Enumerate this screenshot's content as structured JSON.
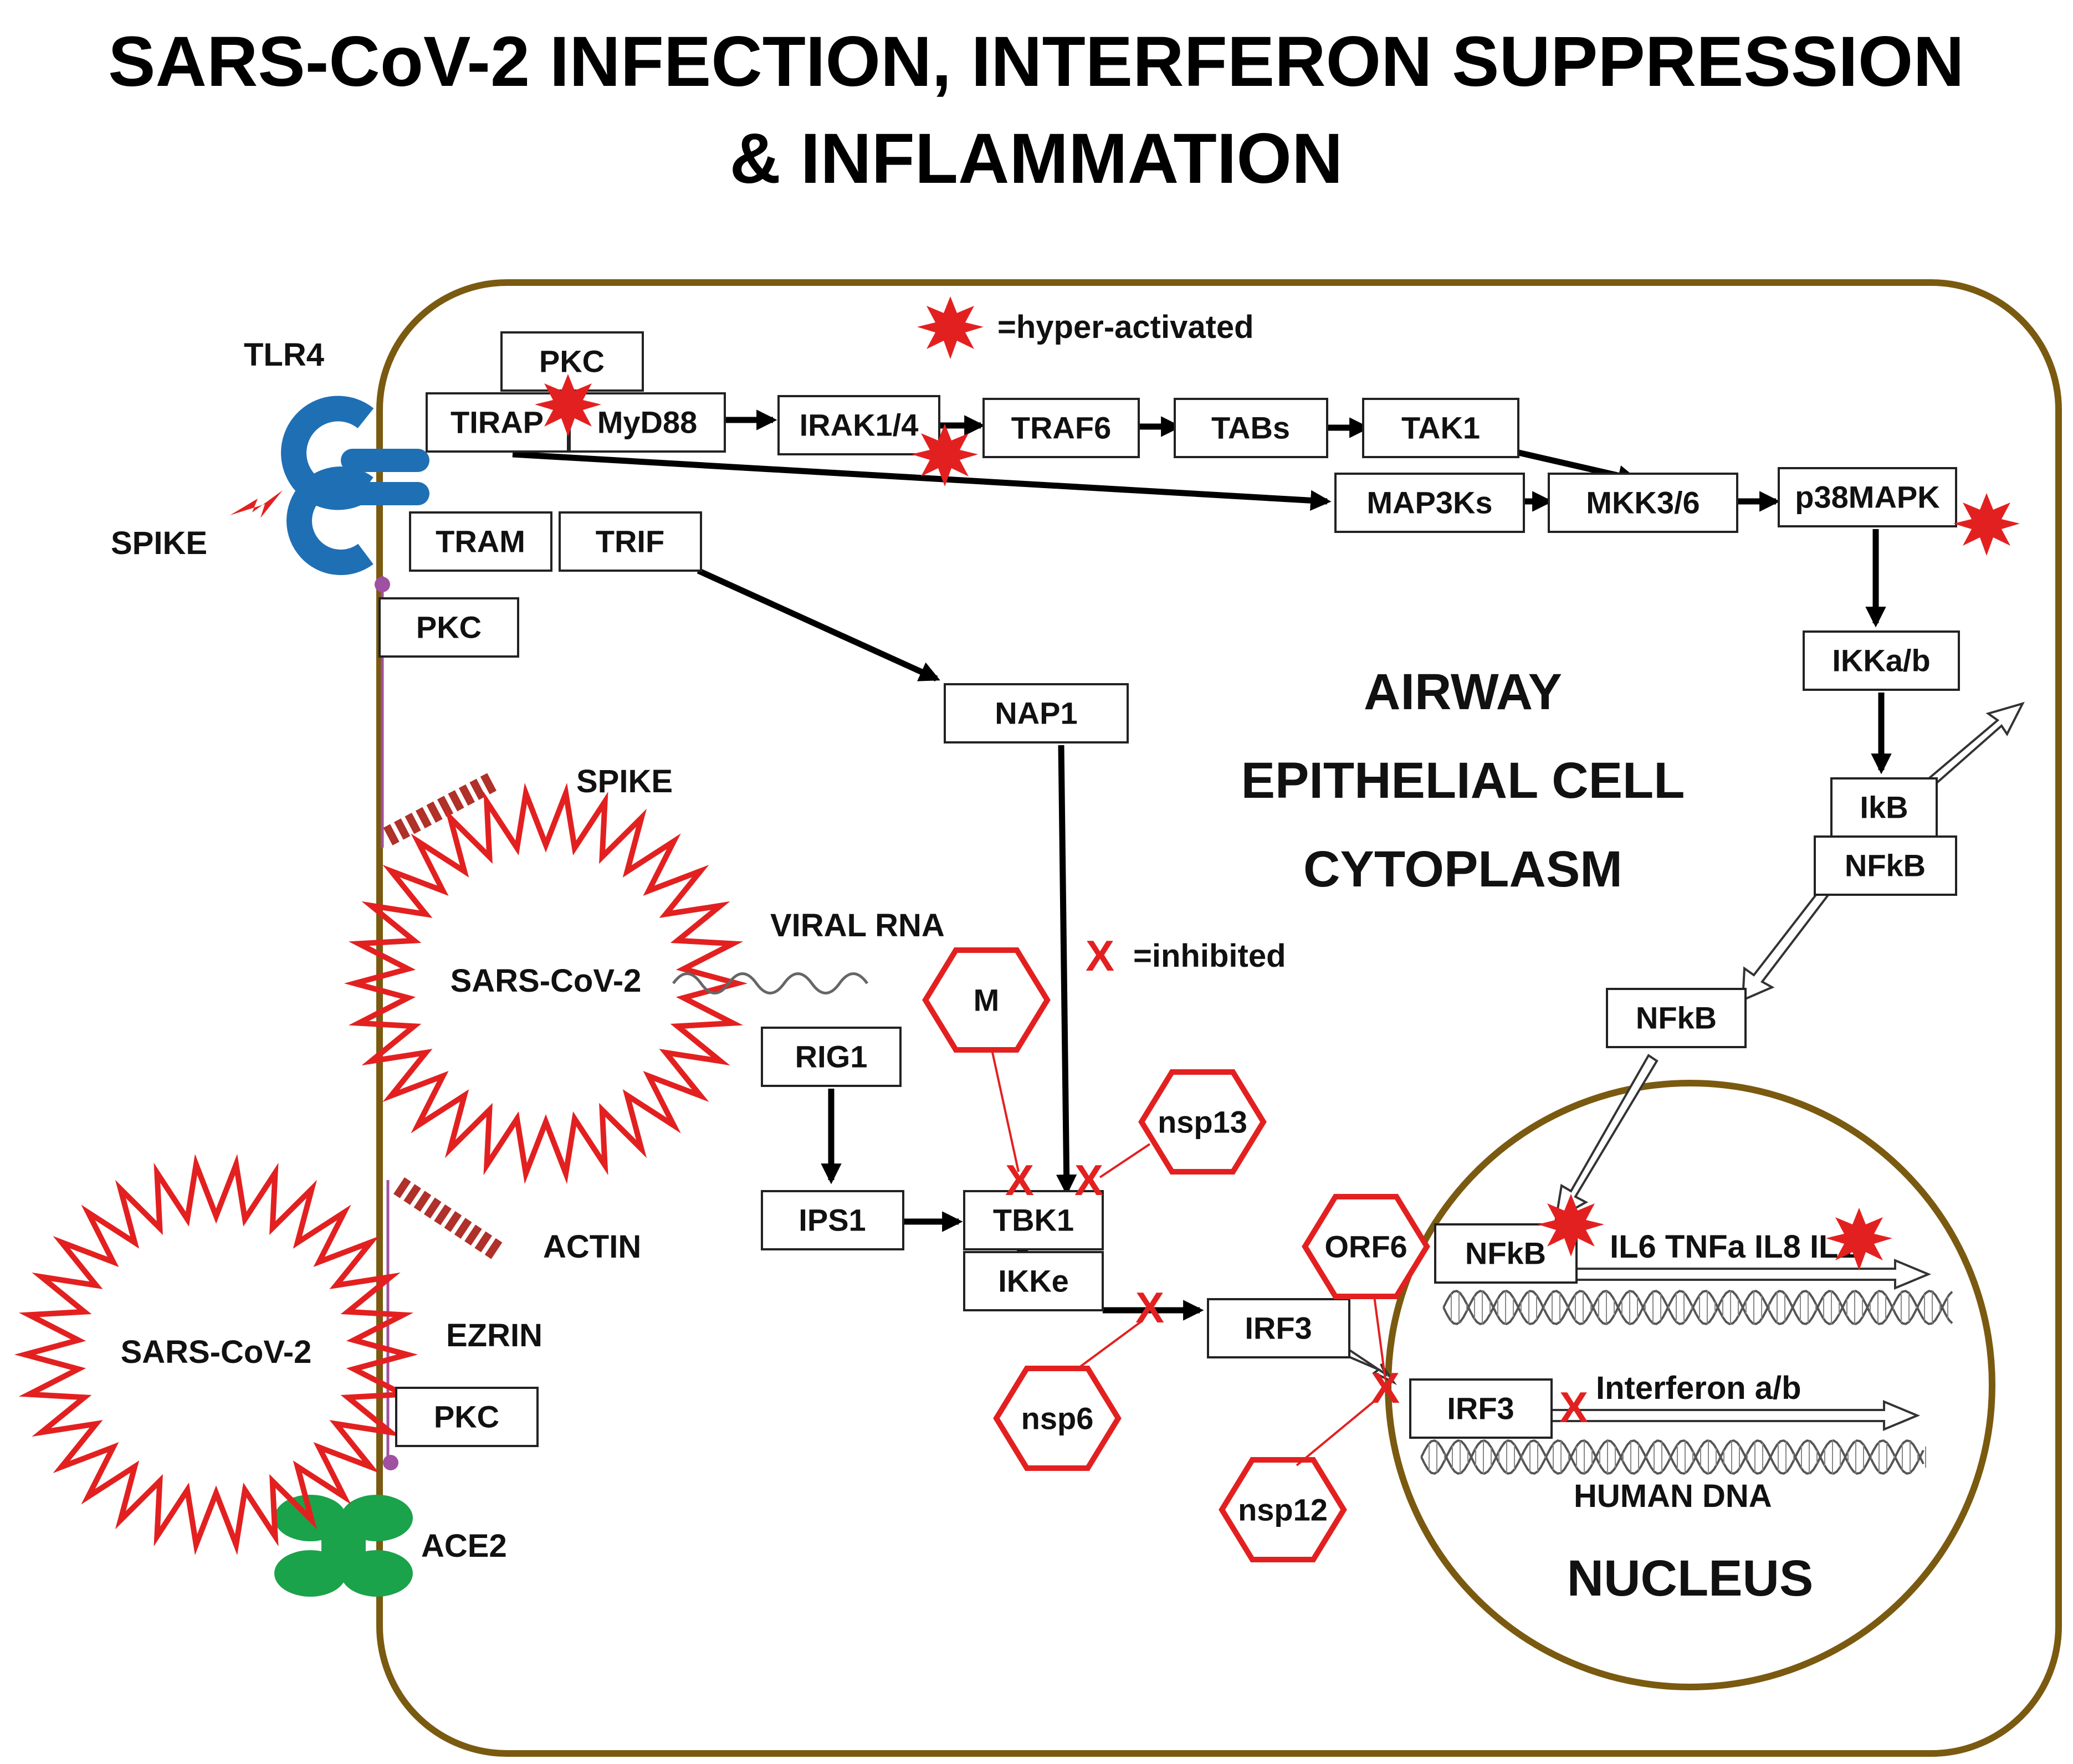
{
  "title": {
    "line1": "SARS-CoV-2 INFECTION, INTERFERON SUPPRESSION",
    "line2": "& INFLAMMATION"
  },
  "legend": {
    "hyper_activated": "=hyper-activated",
    "inhibited": "=inhibited",
    "x_symbol": "X"
  },
  "membrane": {
    "tlr4": "TLR4",
    "spike_top": "SPIKE",
    "spike_virus": "SPIKE",
    "viral_rna": "VIRAL RNA",
    "actin": "ACTIN",
    "ezrin": "EZRIN",
    "ace2": "ACE2"
  },
  "virus": {
    "upper": "SARS-CoV-2",
    "lower": "SARS-CoV-2"
  },
  "cell_label": {
    "line1": "AIRWAY",
    "line2": "EPITHELIAL CELL",
    "line3": "CYTOPLASM"
  },
  "nucleus_label": "NUCLEUS",
  "human_dna": "HUMAN DNA",
  "genes": {
    "cytokines": "IL6 TNFa IL8 IL1",
    "interferon": "Interferon a/b"
  },
  "boxes": {
    "pkc_top": "PKC",
    "tirap": "TIRAP",
    "myd88": "MyD88",
    "irak": "IRAK1/4",
    "traf6": "TRAF6",
    "tabs": "TABs",
    "tak1": "TAK1",
    "map3ks": "MAP3Ks",
    "mkk36": "MKK3/6",
    "p38mapk": "p38MAPK",
    "tram": "TRAM",
    "trif": "TRIF",
    "pkc_mid": "PKC",
    "nap1": "NAP1",
    "ikkab": "IKKa/b",
    "ikb": "IkB",
    "nfkb_complex": "NFkB",
    "nfkb_free": "NFkB",
    "rig1": "RIG1",
    "ips1": "IPS1",
    "tbk1": "TBK1",
    "ikke": "IKKe",
    "irf3": "IRF3",
    "pkc_low": "PKC",
    "nfkb_nuc": "NFkB",
    "irf3_nuc": "IRF3"
  },
  "viral_proteins": {
    "m": "M",
    "nsp13": "nsp13",
    "nsp6": "nsp6",
    "orf6": "ORF6",
    "nsp12": "nsp12"
  },
  "colors": {
    "membrane": "#7a5a10",
    "virus": "#e32020",
    "inhibitor": "#e32020",
    "tlr4": "#1f6fb5",
    "ace2": "#1aa34a",
    "actin": "#b0302a"
  }
}
